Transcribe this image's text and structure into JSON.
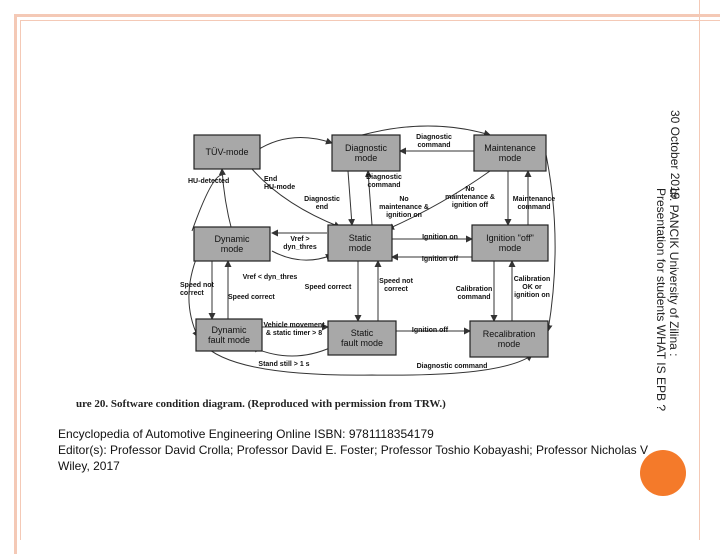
{
  "date": "30 October 2019",
  "credit": {
    "line1": "dr. PANCIK University of Zilina :",
    "line2": "Presentation for students WHAT IS EPB ?"
  },
  "caption": "ure 20. Software condition diagram. (Reproduced with permission from TRW.)",
  "reference": {
    "line1": "Encyclopedia of Automotive Engineering  Online ISBN: 9781118354179",
    "line2": "Editor(s): Professor David Crolla; Professor David E. Foster; Professor Toshio Kobayashi; Professor Nicholas V",
    "line3": "Wiley, 2017"
  },
  "diagram": {
    "nodes": {
      "tuv": [
        "TÜV-mode"
      ],
      "diagnostic": [
        "Diagnostic",
        "mode"
      ],
      "maintenance": [
        "Maintenance",
        "mode"
      ],
      "dynamic": [
        "Dynamic",
        "mode"
      ],
      "static": [
        "Static",
        "mode"
      ],
      "ignition_off": [
        "Ignition \"off\"",
        "mode"
      ],
      "dynamic_fault": [
        "Dynamic",
        "fault mode"
      ],
      "static_fault": [
        "Static",
        "fault mode"
      ],
      "recalibration": [
        "Recalibration",
        "mode"
      ]
    },
    "labels": {
      "diagnostic_command_top": [
        "Diagnostic",
        "command"
      ],
      "hu_detected": [
        "HU-detected"
      ],
      "end_hu_mode": [
        "End",
        "HU-mode"
      ],
      "diagnostic_end": [
        "Diagnostic",
        "end"
      ],
      "diagnostic_command_mid": [
        "Diagnostic",
        "command"
      ],
      "no_maintenance_ignition_on": [
        "No",
        "maintenance &",
        "ignition on"
      ],
      "no_maintenance_ignition_off": [
        "No",
        "maintenance &",
        "ignition off"
      ],
      "maintenance_command": [
        "Maintenance",
        "command"
      ],
      "vref_gt": [
        "Vref >",
        "dyn_thres"
      ],
      "ignition_on": [
        "Ignition on"
      ],
      "ignition_off_edge": [
        "Ignition off"
      ],
      "vref_lt": [
        "Vref < dyn_thres"
      ],
      "speed_correct_mid": [
        "Speed correct"
      ],
      "speed_not_correct_left": [
        "Speed not",
        "correct"
      ],
      "speed_correct_left": [
        "Speed correct"
      ],
      "speed_not_correct_mid": [
        "Speed not",
        "correct"
      ],
      "calibration_command": [
        "Calibration",
        "command"
      ],
      "calibration_ok": [
        "Calibration",
        "OK or",
        "ignition on"
      ],
      "vehicle_movement": [
        "Vehicle movement",
        "& static timer > 8"
      ],
      "ignition_off_bottom": [
        "Ignition off"
      ],
      "stand_still": [
        "Stand still > 1 s"
      ],
      "diagnostic_command_bottom": [
        "Diagnostic command"
      ]
    }
  }
}
